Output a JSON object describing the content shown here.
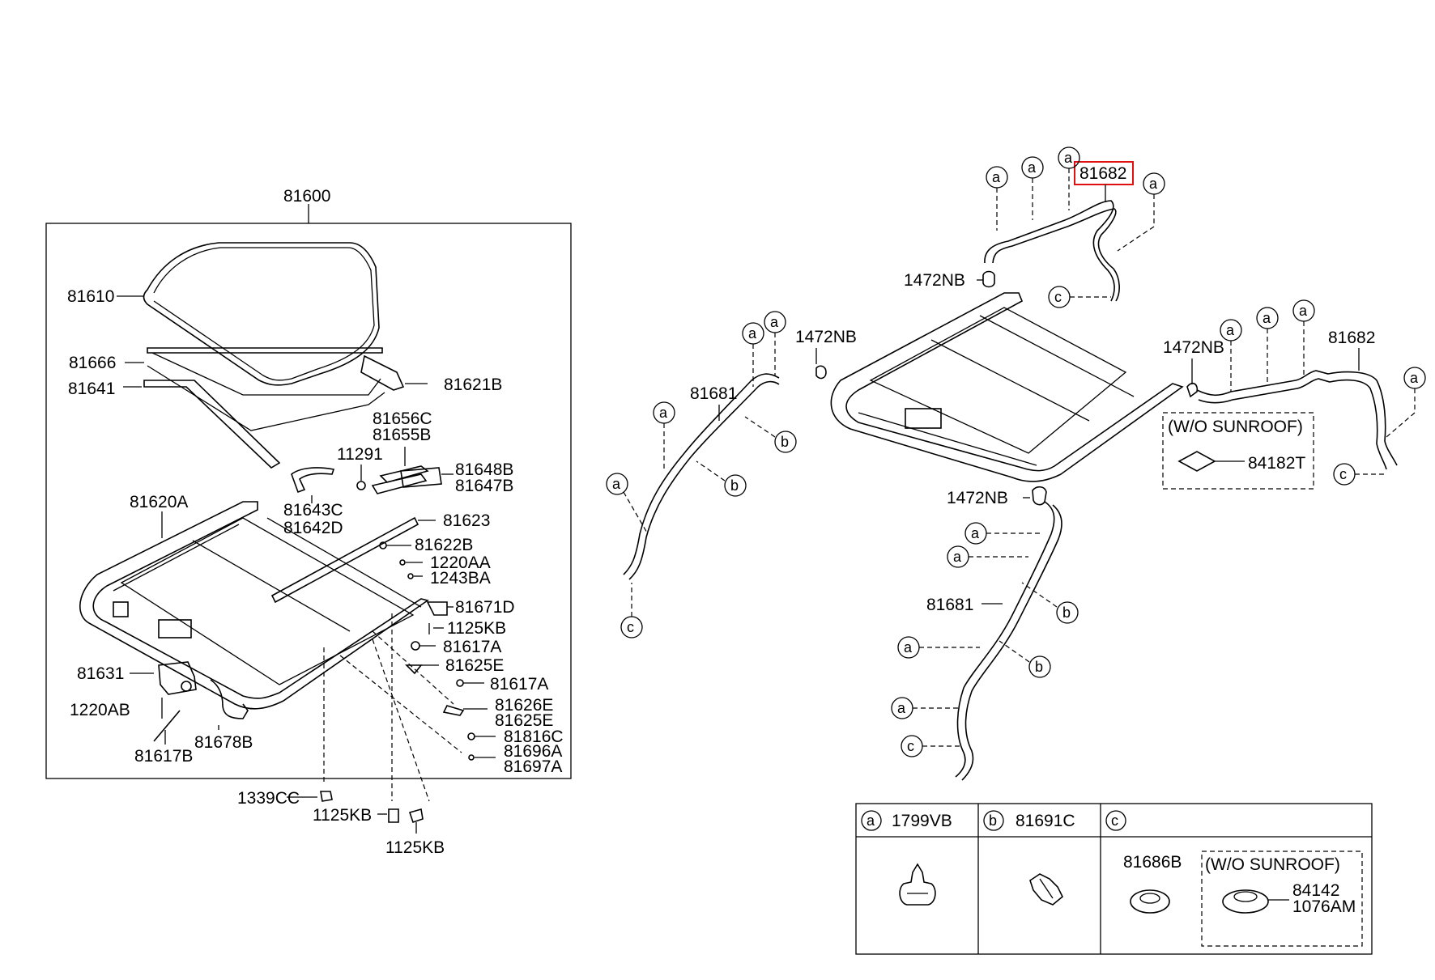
{
  "labels": {
    "main_assembly": "81600",
    "glass": "81610",
    "deflector_seal": "81666",
    "weatherstrip": "81641",
    "rail_cover": "81621B",
    "guide_c": "81656C",
    "guide_b": "81655B",
    "guide_rear_b": "81648B",
    "guide_rear_b2": "81647B",
    "screw": "11291",
    "cable_c": "81643C",
    "cable_d": "81642D",
    "frame": "81620A",
    "rail": "81623",
    "bracket_b": "81622B",
    "bolt_aa": "1220AA",
    "bolt_ba": "1243BA",
    "bracket_d": "81671D",
    "bolt_kb": "1125KB",
    "clip_a": "81617A",
    "clip_e": "81625E",
    "motor": "81631",
    "bolt_ab": "1220AB",
    "clip_a2": "81617A",
    "clip_e2": "81626E",
    "clip_e3": "81625E",
    "clip_c": "81816C",
    "clip_a3": "81696A",
    "clip_a4": "81697A",
    "rod": "81617B",
    "harness": "81678B",
    "nut": "1339CC",
    "bolt_bottom1": "1125KB",
    "bolt_bottom2": "1125KB",
    "hose_front_right": "81682",
    "clamp1": "1472NB",
    "clamp2": "1472NB",
    "hose_left": "81681",
    "clamp3": "1472NB",
    "hose_right": "81682",
    "wo_sunroof": "(W/O SUNROOF)",
    "plug": "84182T",
    "clamp4": "1472NB",
    "hose_bottom": "81681"
  },
  "callout_letters": {
    "a": "a",
    "b": "b",
    "c": "c"
  },
  "legend": {
    "col_a": {
      "letter": "a",
      "part": "1799VB"
    },
    "col_b": {
      "letter": "b",
      "part": "81691C"
    },
    "col_c": {
      "letter": "c",
      "part": "81686B"
    },
    "wo_sunroof": "(W/O SUNROOF)",
    "grommet_1": "84142",
    "grommet_2": "1076AM"
  },
  "highlight_color": "#e01010"
}
